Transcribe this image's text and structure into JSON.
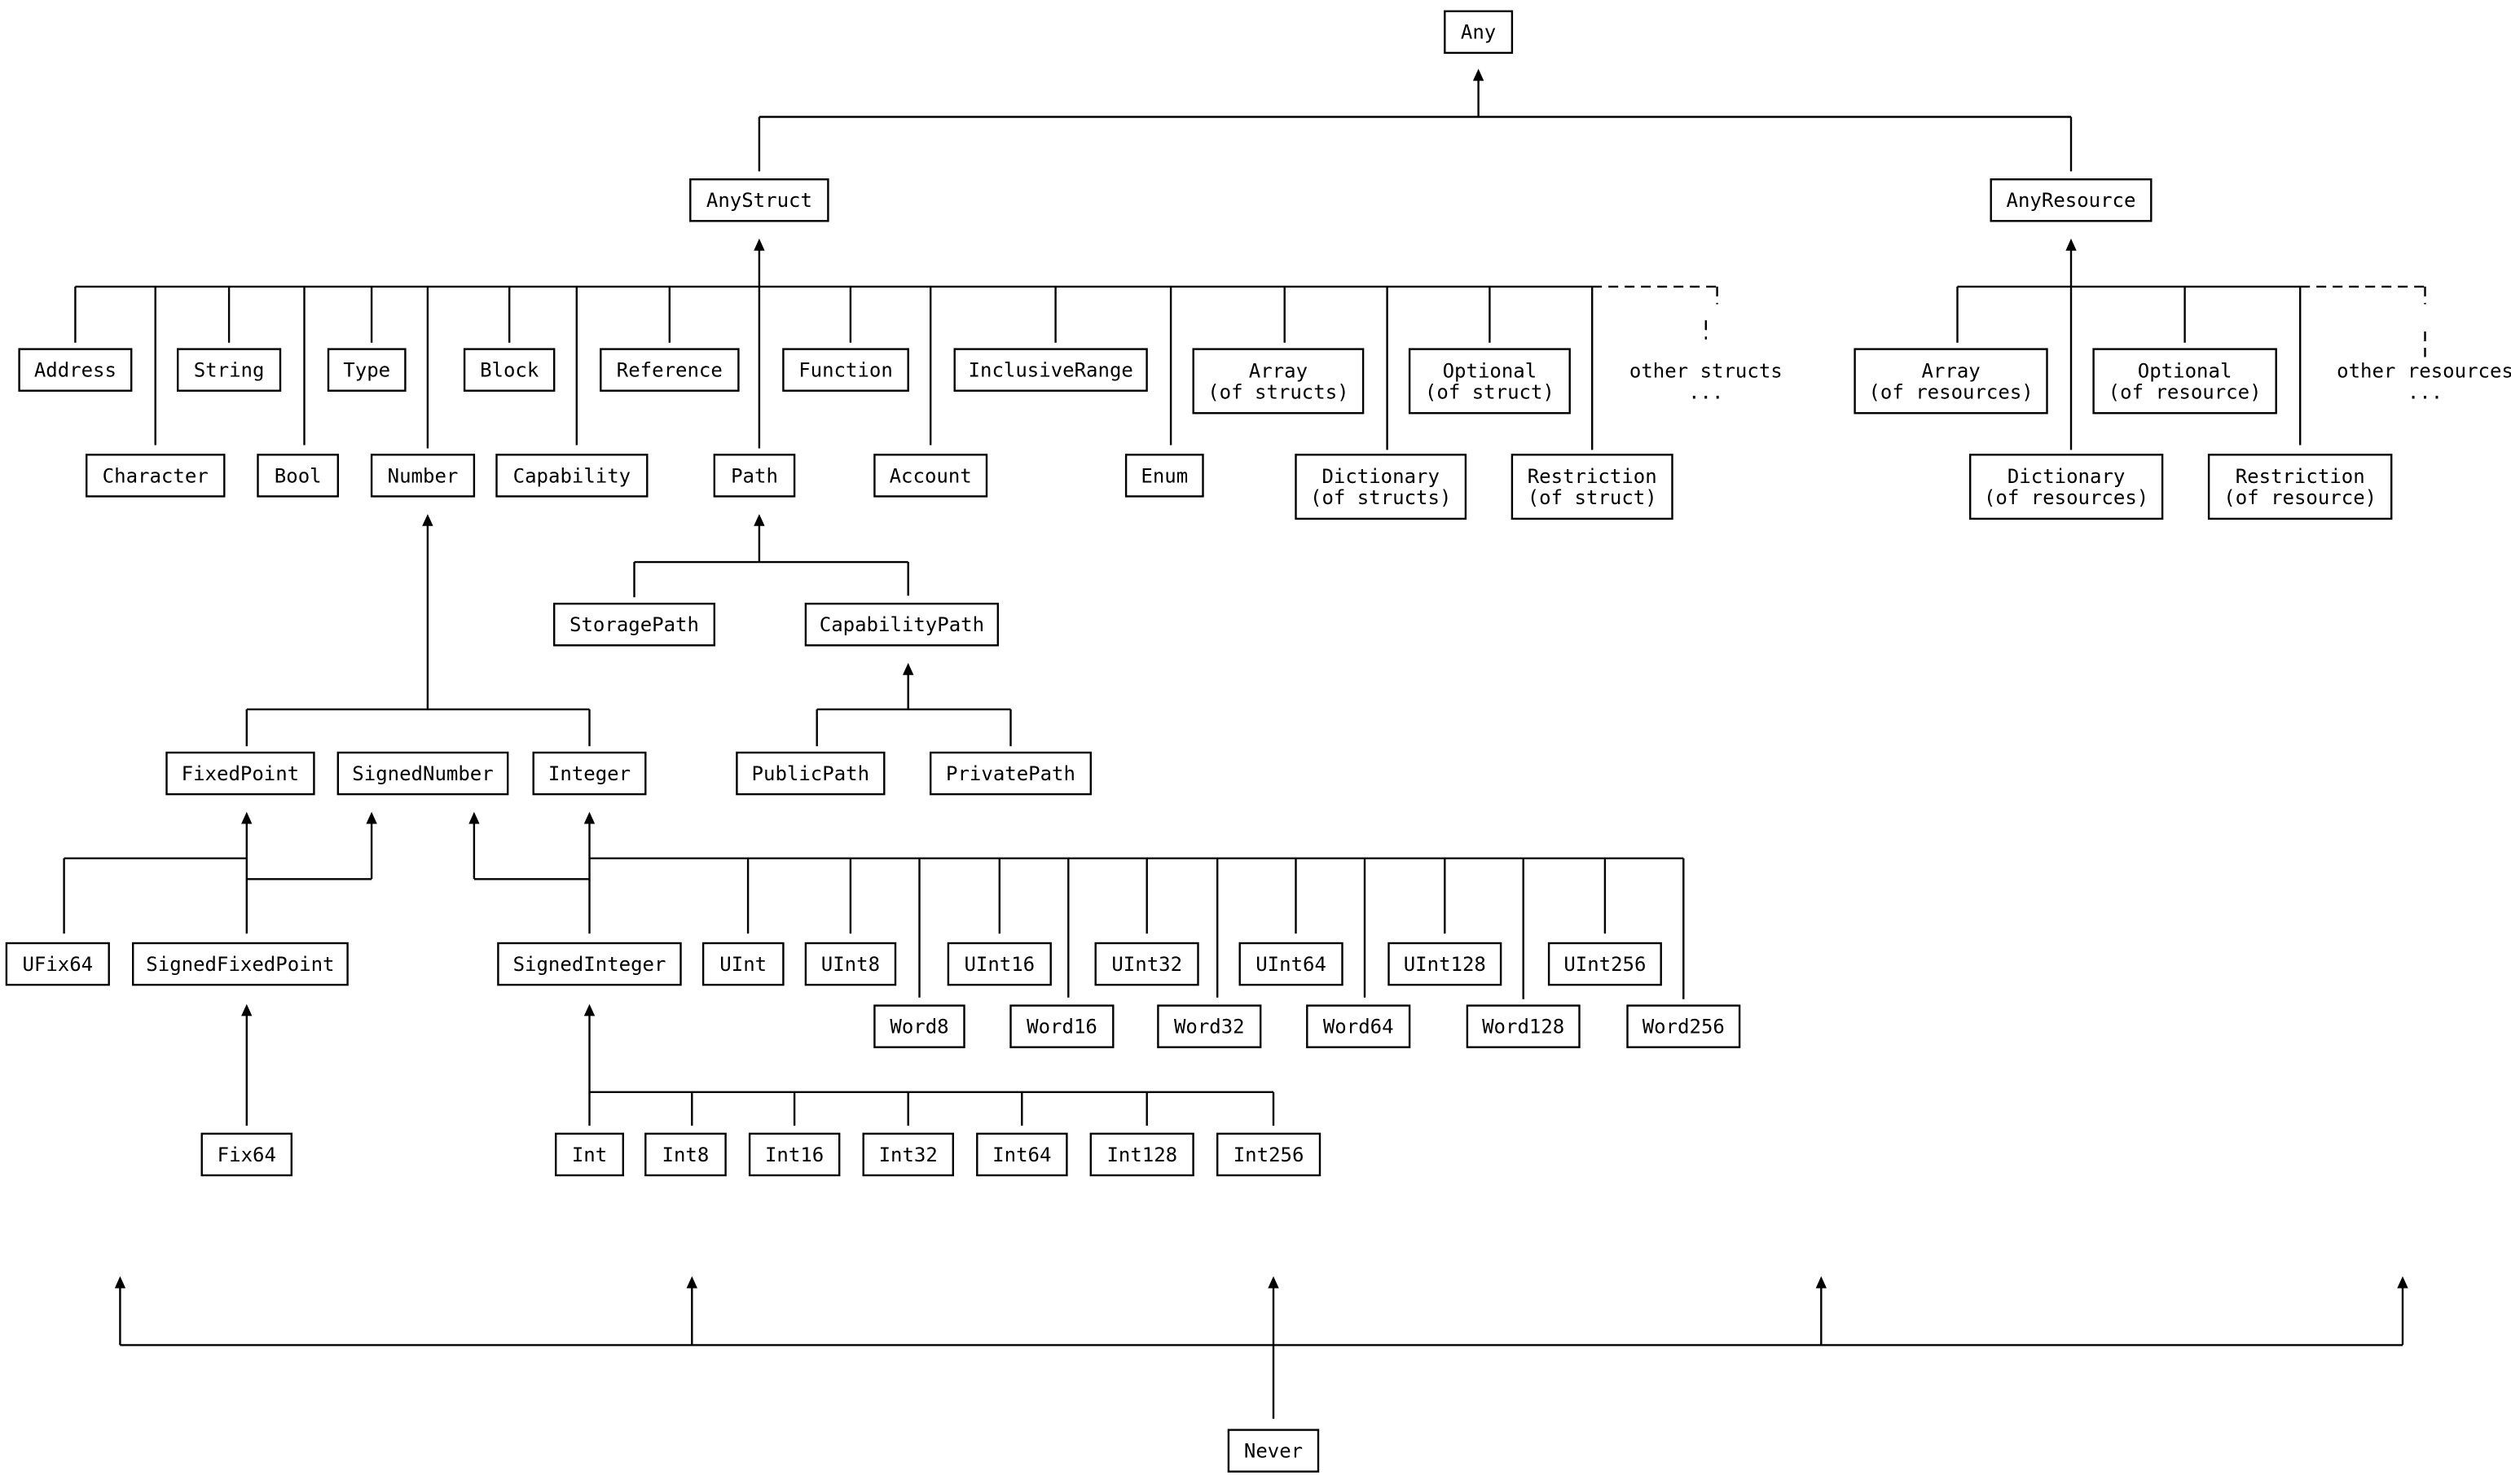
{
  "diagram": {
    "nodes": {
      "any": [
        "Any"
      ],
      "any_struct": [
        "AnyStruct"
      ],
      "any_resource": [
        "AnyResource"
      ],
      "address": [
        "Address"
      ],
      "string": [
        "String"
      ],
      "type": [
        "Type"
      ],
      "block": [
        "Block"
      ],
      "reference": [
        "Reference"
      ],
      "function": [
        "Function"
      ],
      "inclusive_range": [
        "InclusiveRange"
      ],
      "array_structs": [
        "Array",
        "(of structs)"
      ],
      "optional_struct": [
        "Optional",
        "(of struct)"
      ],
      "character": [
        "Character"
      ],
      "bool": [
        "Bool"
      ],
      "number": [
        "Number"
      ],
      "capability": [
        "Capability"
      ],
      "path": [
        "Path"
      ],
      "account": [
        "Account"
      ],
      "enum": [
        "Enum"
      ],
      "dictionary_structs": [
        "Dictionary",
        "(of structs)"
      ],
      "restriction_struct": [
        "Restriction",
        "(of struct)"
      ],
      "array_resources": [
        "Array",
        "(of resources)"
      ],
      "optional_resource": [
        "Optional",
        "(of resource)"
      ],
      "dictionary_resources": [
        "Dictionary",
        "(of resources)"
      ],
      "restriction_resource": [
        "Restriction",
        "(of resource)"
      ],
      "storage_path": [
        "StoragePath"
      ],
      "capability_path": [
        "CapabilityPath"
      ],
      "public_path": [
        "PublicPath"
      ],
      "private_path": [
        "PrivatePath"
      ],
      "fixed_point": [
        "FixedPoint"
      ],
      "signed_number": [
        "SignedNumber"
      ],
      "integer": [
        "Integer"
      ],
      "ufix64": [
        "UFix64"
      ],
      "signed_fixed_point": [
        "SignedFixedPoint"
      ],
      "fix64": [
        "Fix64"
      ],
      "signed_integer": [
        "SignedInteger"
      ],
      "uint": [
        "UInt"
      ],
      "uint8": [
        "UInt8"
      ],
      "uint16": [
        "UInt16"
      ],
      "uint32": [
        "UInt32"
      ],
      "uint64": [
        "UInt64"
      ],
      "uint128": [
        "UInt128"
      ],
      "uint256": [
        "UInt256"
      ],
      "word8": [
        "Word8"
      ],
      "word16": [
        "Word16"
      ],
      "word32": [
        "Word32"
      ],
      "word64": [
        "Word64"
      ],
      "word128": [
        "Word128"
      ],
      "word256": [
        "Word256"
      ],
      "int": [
        "Int"
      ],
      "int8": [
        "Int8"
      ],
      "int16": [
        "Int16"
      ],
      "int32": [
        "Int32"
      ],
      "int64": [
        "Int64"
      ],
      "int128": [
        "Int128"
      ],
      "int256": [
        "Int256"
      ],
      "never": [
        "Never"
      ]
    },
    "labels": {
      "other_structs": [
        "other structs",
        "..."
      ],
      "other_resources": [
        "other resources",
        "..."
      ]
    }
  }
}
